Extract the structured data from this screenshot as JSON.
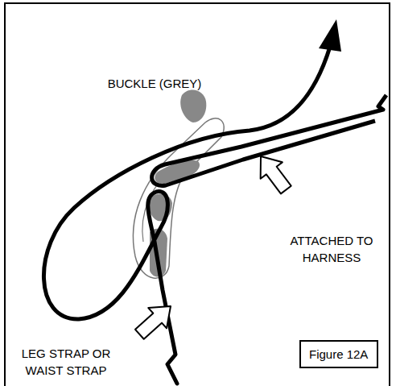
{
  "diagram": {
    "nodes": [
      {
        "text": [
          "Figure 12A"
        ]
      }
    ],
    "labels": [
      "BUCKLE (GREY)",
      "ATTACHED TO HARNESS",
      "LEG STRAP OR WAIST STRAP"
    ]
  }
}
